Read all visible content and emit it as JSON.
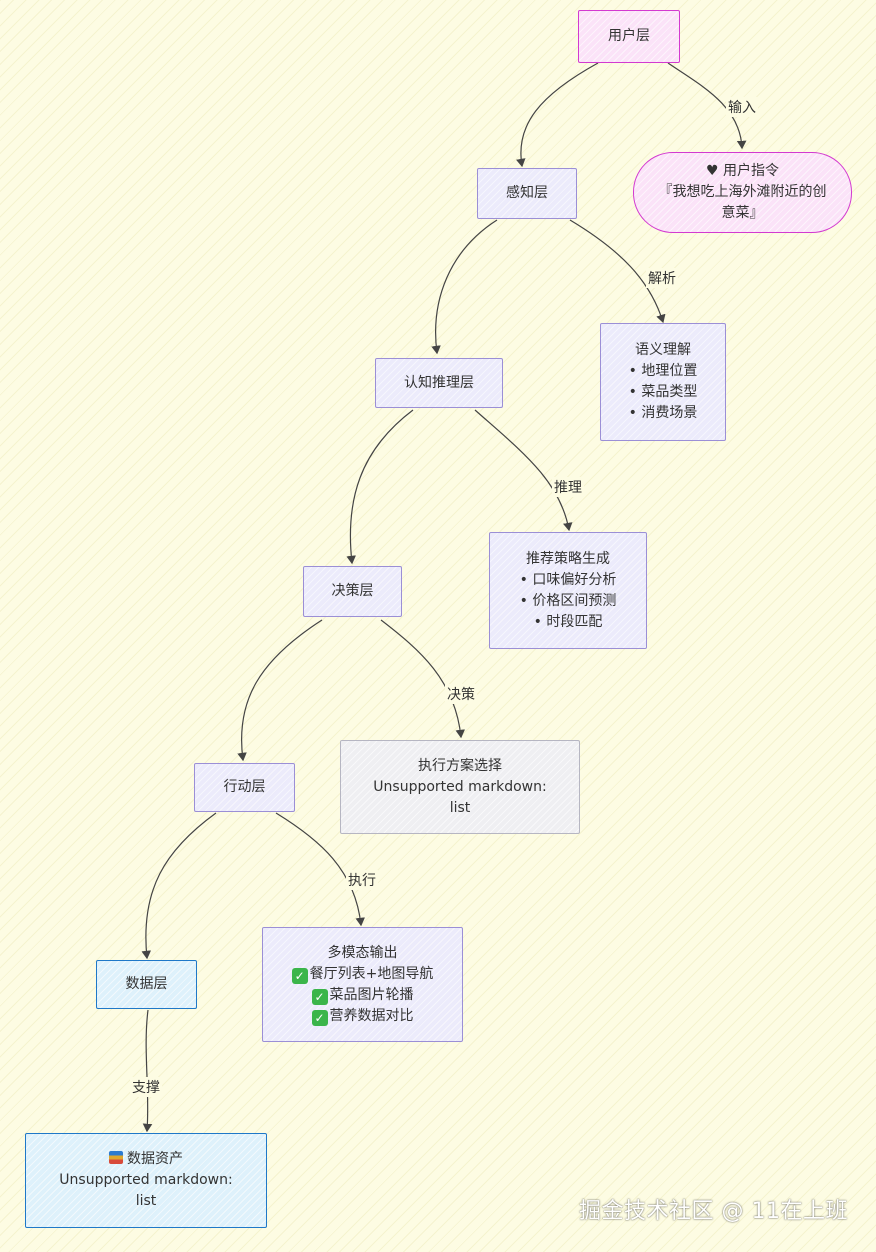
{
  "nodes": {
    "user_layer": "用户层",
    "user_cmd": {
      "title": "♥ 用户指令",
      "lines": [
        "『我想吃上海外滩附近的创",
        "意菜』"
      ]
    },
    "perception": "感知层",
    "semantic": {
      "title": "语义理解",
      "items": [
        "• 地理位置",
        "• 菜品类型",
        "• 消费场景"
      ]
    },
    "cognition": "认知推理层",
    "strategy": {
      "title": "推荐策略生成",
      "items": [
        "• 口味偏好分析",
        "• 价格区间预测",
        "• 时段匹配"
      ]
    },
    "decision": "决策层",
    "exec_plan": {
      "title": "执行方案选择",
      "lines": [
        "Unsupported markdown:",
        "list"
      ]
    },
    "action": "行动层",
    "output": {
      "title": "多模态输出",
      "items": [
        "餐厅列表+地图导航",
        "菜品图片轮播",
        "营养数据对比"
      ]
    },
    "data_layer": "数据层",
    "data_assets": {
      "title": "数据资产",
      "lines": [
        "Unsupported markdown:",
        "list"
      ]
    }
  },
  "edges": {
    "input": "输入",
    "parse": "解析",
    "reason": "推理",
    "decide": "决策",
    "execute": "执行",
    "support": "支撑"
  },
  "watermark": "掘金技术社区 @ 11在上班",
  "colors": {
    "background": "#fdfce3",
    "node_purple": "#ecebfb",
    "node_purple_border": "#9b8fd6",
    "pink_border": "#d33ad0",
    "pink_fill": "#fbe3f8",
    "blue_border": "#1f78c8",
    "blue_fill": "#def1fb",
    "grey_fill": "#efeff2",
    "check_green": "#3bb54a"
  }
}
